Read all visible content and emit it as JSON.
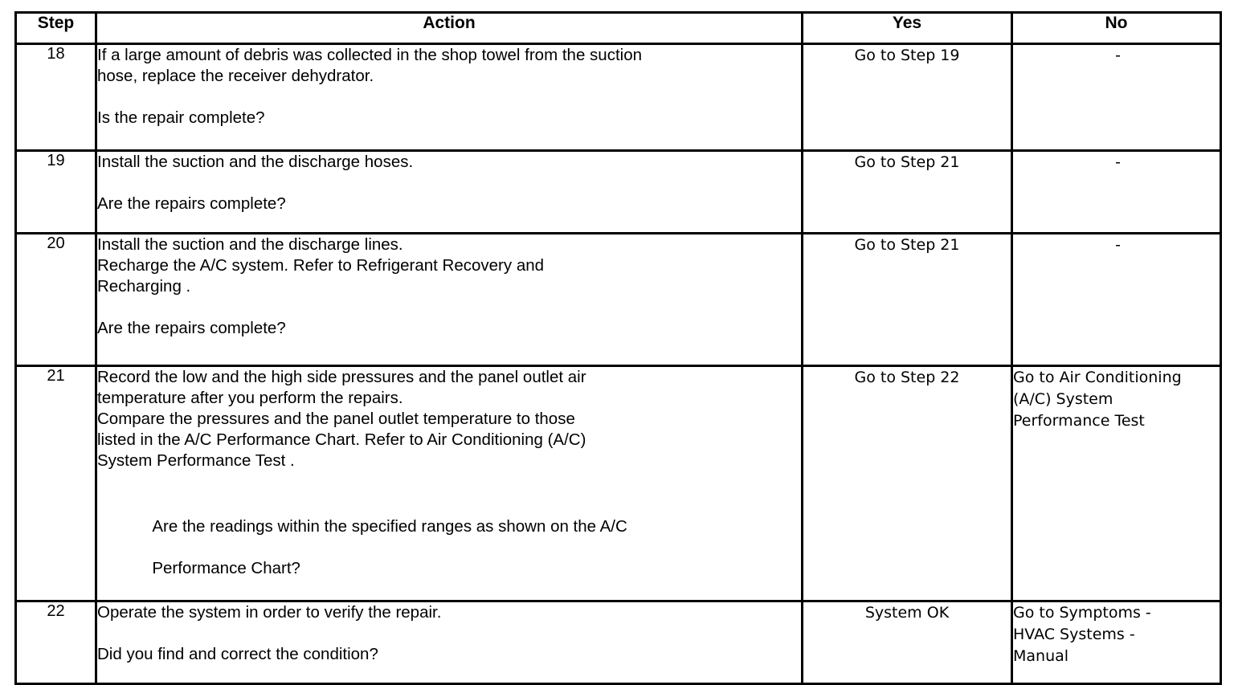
{
  "table": {
    "headers": {
      "step": "Step",
      "action": "Action",
      "yes": "Yes",
      "no": "No"
    },
    "rows": [
      {
        "step": "18",
        "action_lines": [
          "If a large amount of debris was collected in the shop towel from the suction",
          "hose, replace the receiver dehydrator."
        ],
        "question": "Is the repair complete?",
        "yes": "Go to Step 19",
        "no": "-"
      },
      {
        "step": "19",
        "action_lines": [
          "Install the suction and the discharge hoses."
        ],
        "question": "Are the repairs complete?",
        "yes": "Go to Step 21",
        "no": "-"
      },
      {
        "step": "20",
        "action_lines": [
          "Install the suction and the discharge lines.",
          "Recharge the A/C system. Refer to Refrigerant Recovery and",
          "Recharging ."
        ],
        "question": "Are the repairs complete?",
        "yes": "Go to Step 21",
        "no": "-"
      },
      {
        "step": "21",
        "action_lines": [
          "Record the low and the high side pressures and the panel outlet air",
          "temperature after you perform the repairs.",
          "Compare the pressures and the panel outlet temperature to those",
          "listed in the A/C Performance Chart. Refer to Air Conditioning (A/C)",
          "System Performance Test ."
        ],
        "question_lines": [
          "Are the readings within the specified ranges as shown on the A/C",
          "Performance Chart?"
        ],
        "yes": "Go to Step 22",
        "no_lines": [
          "Go to Air Conditioning",
          "(A/C) System",
          "Performance Test"
        ]
      },
      {
        "step": "22",
        "action_lines": [
          "Operate the system in order to verify the repair."
        ],
        "question": "Did you find and correct the condition?",
        "yes": "System OK",
        "no_lines": [
          "Go to Symptoms -",
          "HVAC Systems -",
          "Manual"
        ]
      }
    ]
  }
}
